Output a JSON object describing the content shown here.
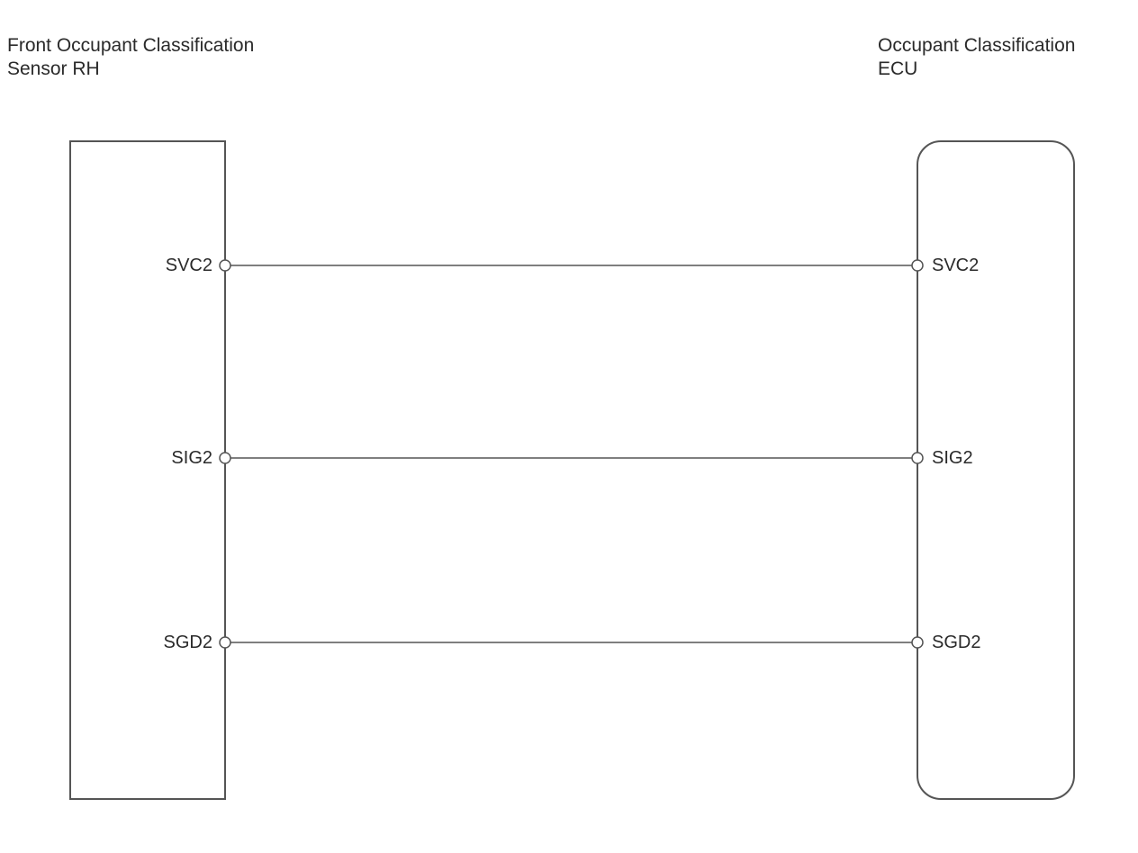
{
  "components": {
    "left": {
      "title_line1": "Front Occupant Classification",
      "title_line2": "Sensor RH"
    },
    "right": {
      "title_line1": "Occupant Classification",
      "title_line2": "ECU"
    }
  },
  "connections": [
    {
      "left_pin": "SVC2",
      "right_pin": "SVC2"
    },
    {
      "left_pin": "SIG2",
      "right_pin": "SIG2"
    },
    {
      "left_pin": "SGD2",
      "right_pin": "SGD2"
    }
  ],
  "colors": {
    "line": "#555555",
    "terminal_fill": "#ffffff"
  }
}
